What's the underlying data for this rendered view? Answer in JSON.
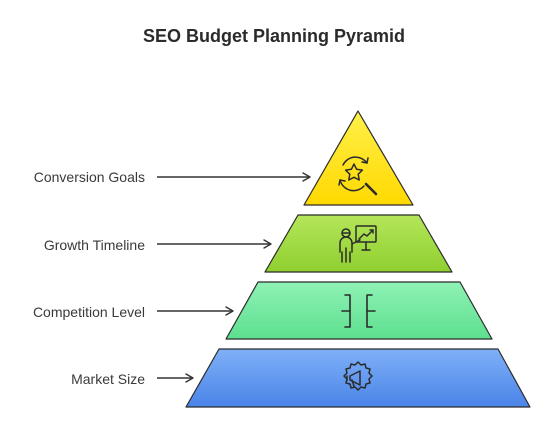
{
  "title": "SEO Budget Planning Pyramid",
  "levels": [
    {
      "label": "Conversion Goals",
      "icon": "target-star-search-icon",
      "fill": "#ffe11c",
      "stroke": "#c9ae00"
    },
    {
      "label": "Growth Timeline",
      "icon": "presenter-chart-icon",
      "fill": "#9ad83a",
      "stroke": "#6fa621"
    },
    {
      "label": "Competition Level",
      "icon": "opposing-brackets-icon",
      "fill": "#6ee79e",
      "stroke": "#3bb56f"
    },
    {
      "label": "Market Size",
      "icon": "megaphone-badge-icon",
      "fill": "#5a93f0",
      "stroke": "#2f66c4"
    }
  ]
}
